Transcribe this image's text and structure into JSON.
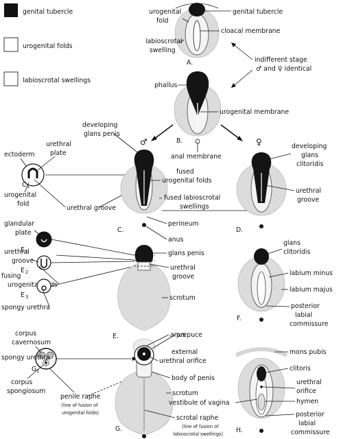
{
  "legend": [
    {
      "label": "genital tubercle",
      "swatch": "dark"
    },
    {
      "label": "urogenital folds",
      "swatch": "white"
    },
    {
      "label": "labioscrotal swellings",
      "swatch": "white"
    }
  ],
  "stage_a": {
    "letter": "A.",
    "labels": [
      "urogenital",
      "fold",
      "labioscrotal",
      "swelling",
      "genital tubercle",
      "cloacal membrane"
    ]
  },
  "indifferent": {
    "line1": "indifferent stage",
    "line2": "♂ and ♀ identical"
  },
  "stage_b": {
    "letter": "B.",
    "labels": [
      "phallus",
      "urogenital membrane",
      "anal membrane"
    ],
    "male_symbol": "♂",
    "female_symbol": "♀"
  },
  "male_c": {
    "letter": "C.",
    "labels": [
      "developing",
      "glans penis",
      "fused",
      "urogenital folds",
      "fused labioscrotal",
      "swellings",
      "perineum",
      "anus"
    ]
  },
  "c1": {
    "id": "C",
    "sub": "1",
    "labels": [
      "ectoderm",
      "urethral",
      "plate",
      "urogenital",
      "fold",
      "urethral groove"
    ]
  },
  "female_d": {
    "letter": "D.",
    "labels": [
      "developing",
      "glans",
      "clitoridis",
      "urethral",
      "groove"
    ]
  },
  "e_series": {
    "labels": [
      "glandular",
      "plate",
      "urethral",
      "groove",
      "fusing",
      "urogenital folds",
      "spongy urethra"
    ],
    "sections": [
      {
        "id": "E",
        "sub": "1"
      },
      {
        "id": "E",
        "sub": "2"
      },
      {
        "id": "E",
        "sub": "3"
      }
    ]
  },
  "male_e": {
    "letter": "E.",
    "labels": [
      "glans penis",
      "urethral",
      "groove",
      "scrotum",
      "anus"
    ]
  },
  "female_f": {
    "letter": "F.",
    "labels": [
      "glans",
      "clitoridis",
      "labium minus",
      "labium majus",
      "posterior",
      "labial",
      "commissure"
    ]
  },
  "g1": {
    "id": "G",
    "sub": "1",
    "labels": [
      "corpus",
      "cavernosum",
      "spongy urethra",
      "corpus",
      "spongiosum",
      "penile raphe",
      "(line of fusion of",
      "urogenital folds)"
    ]
  },
  "male_g": {
    "letter": "G.",
    "labels": [
      "prepuce",
      "external",
      "urethral orifice",
      "body of penis",
      "scrotum",
      "scrotal raphe",
      "(line of fusion of",
      "labioscrotal swellings)"
    ]
  },
  "female_h": {
    "letter": "H.",
    "labels": [
      "mons pubis",
      "clitoris",
      "urethral",
      "orifice",
      "hymen",
      "vestibule of vagina",
      "posterior",
      "labial",
      "commissure"
    ]
  }
}
